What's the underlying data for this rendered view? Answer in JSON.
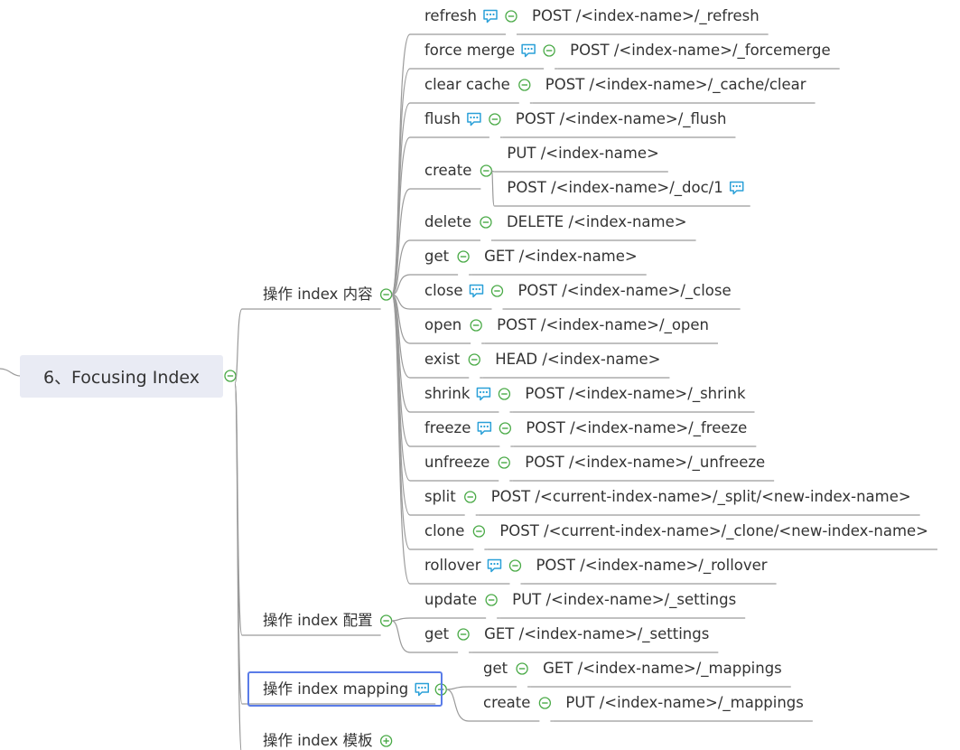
{
  "colors": {
    "line": "#9a9a9a",
    "toggle": "#4aaa47",
    "note": "#2aa0d8",
    "selection": "#5a7ce8",
    "root_bg": "#e9ebf4"
  },
  "root": {
    "label": "6、Focusing Index"
  },
  "branches": [
    {
      "label": "操作 index 内容",
      "toggle": "collapse",
      "children": [
        {
          "label": "refresh",
          "note": true,
          "detail": [
            "POST /<index-name>/_refresh"
          ]
        },
        {
          "label": "force merge",
          "note": true,
          "detail": [
            "POST /<index-name>/_forcemerge"
          ]
        },
        {
          "label": "clear cache",
          "note": false,
          "detail": [
            "POST /<index-name>/_cache/clear"
          ]
        },
        {
          "label": "flush",
          "note": true,
          "detail": [
            "POST /<index-name>/_flush"
          ]
        },
        {
          "label": "create",
          "note": false,
          "detail": [
            "PUT /<index-name>",
            "POST /<index-name>/_doc/1"
          ]
        },
        {
          "label": "delete",
          "note": false,
          "detail": [
            "DELETE /<index-name>"
          ]
        },
        {
          "label": "get",
          "note": false,
          "detail": [
            "GET /<index-name>"
          ]
        },
        {
          "label": "close",
          "note": true,
          "detail": [
            "POST /<index-name>/_close"
          ]
        },
        {
          "label": "open",
          "note": false,
          "detail": [
            "POST /<index-name>/_open"
          ]
        },
        {
          "label": "exist",
          "note": false,
          "detail": [
            "HEAD /<index-name>"
          ]
        },
        {
          "label": "shrink",
          "note": true,
          "detail": [
            "POST /<index-name>/_shrink"
          ]
        },
        {
          "label": "freeze",
          "note": true,
          "detail": [
            "POST /<index-name>/_freeze"
          ]
        },
        {
          "label": "unfreeze",
          "note": false,
          "detail": [
            "POST /<index-name>/_unfreeze"
          ]
        },
        {
          "label": "split",
          "note": false,
          "detail": [
            "POST /<current-index-name>/_split/<new-index-name>"
          ]
        },
        {
          "label": "clone",
          "note": false,
          "detail": [
            "POST /<current-index-name>/_clone/<new-index-name>"
          ]
        },
        {
          "label": "rollover",
          "note": true,
          "detail": [
            "POST /<index-name>/_rollover"
          ]
        }
      ]
    },
    {
      "label": "操作 index 配置",
      "toggle": "collapse",
      "children": [
        {
          "label": "update",
          "note": false,
          "detail": [
            "PUT /<index-name>/_settings"
          ]
        },
        {
          "label": "get",
          "note": false,
          "detail": [
            "GET /<index-name>/_settings"
          ]
        }
      ]
    },
    {
      "label": "操作 index mapping",
      "toggle": "collapse",
      "note": true,
      "selected": true,
      "children": [
        {
          "label": "get",
          "note": false,
          "detail": [
            "GET /<index-name>/_mappings"
          ]
        },
        {
          "label": "create",
          "note": false,
          "detail": [
            "PUT /<index-name>/_mappings"
          ]
        }
      ]
    },
    {
      "label": "操作 index 模板",
      "toggle": "expand",
      "children": []
    }
  ]
}
